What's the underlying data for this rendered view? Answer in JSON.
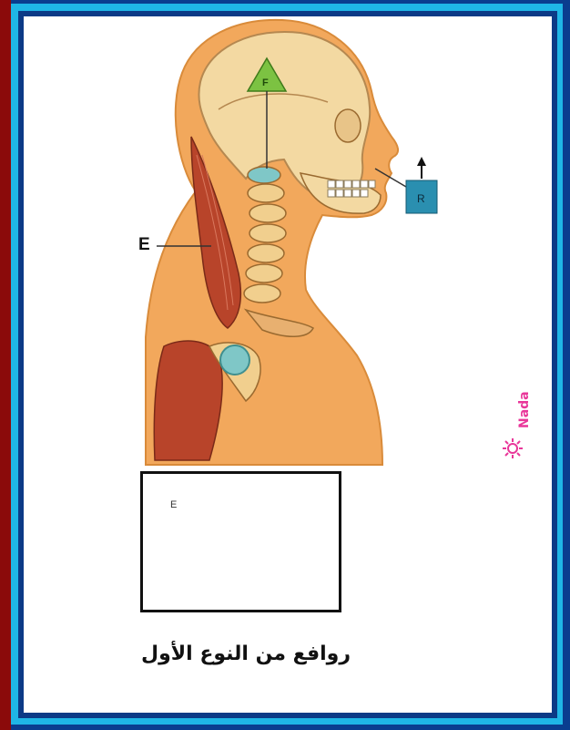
{
  "diagram": {
    "labels": {
      "effort": "E",
      "fulcrum": "F",
      "resistance": "R"
    },
    "lever": {
      "effort": "E",
      "fulcrum": "F",
      "resistance": "R"
    },
    "caption": "روافع من النوع الأول",
    "watermark": "Nada"
  },
  "colors": {
    "frame_blue": "#0c3a86",
    "frame_cyan": "#1fb6e6",
    "frame_red": "#8b0a0a",
    "skin": "#f2a85c",
    "bone": "#f3d9a2",
    "muscle": "#b8442a",
    "fulcrum_green": "#7cc242",
    "resistance_box": "#2a8fb0",
    "lever_bar": "#c0504d",
    "watermark_pink": "#e9379a"
  }
}
